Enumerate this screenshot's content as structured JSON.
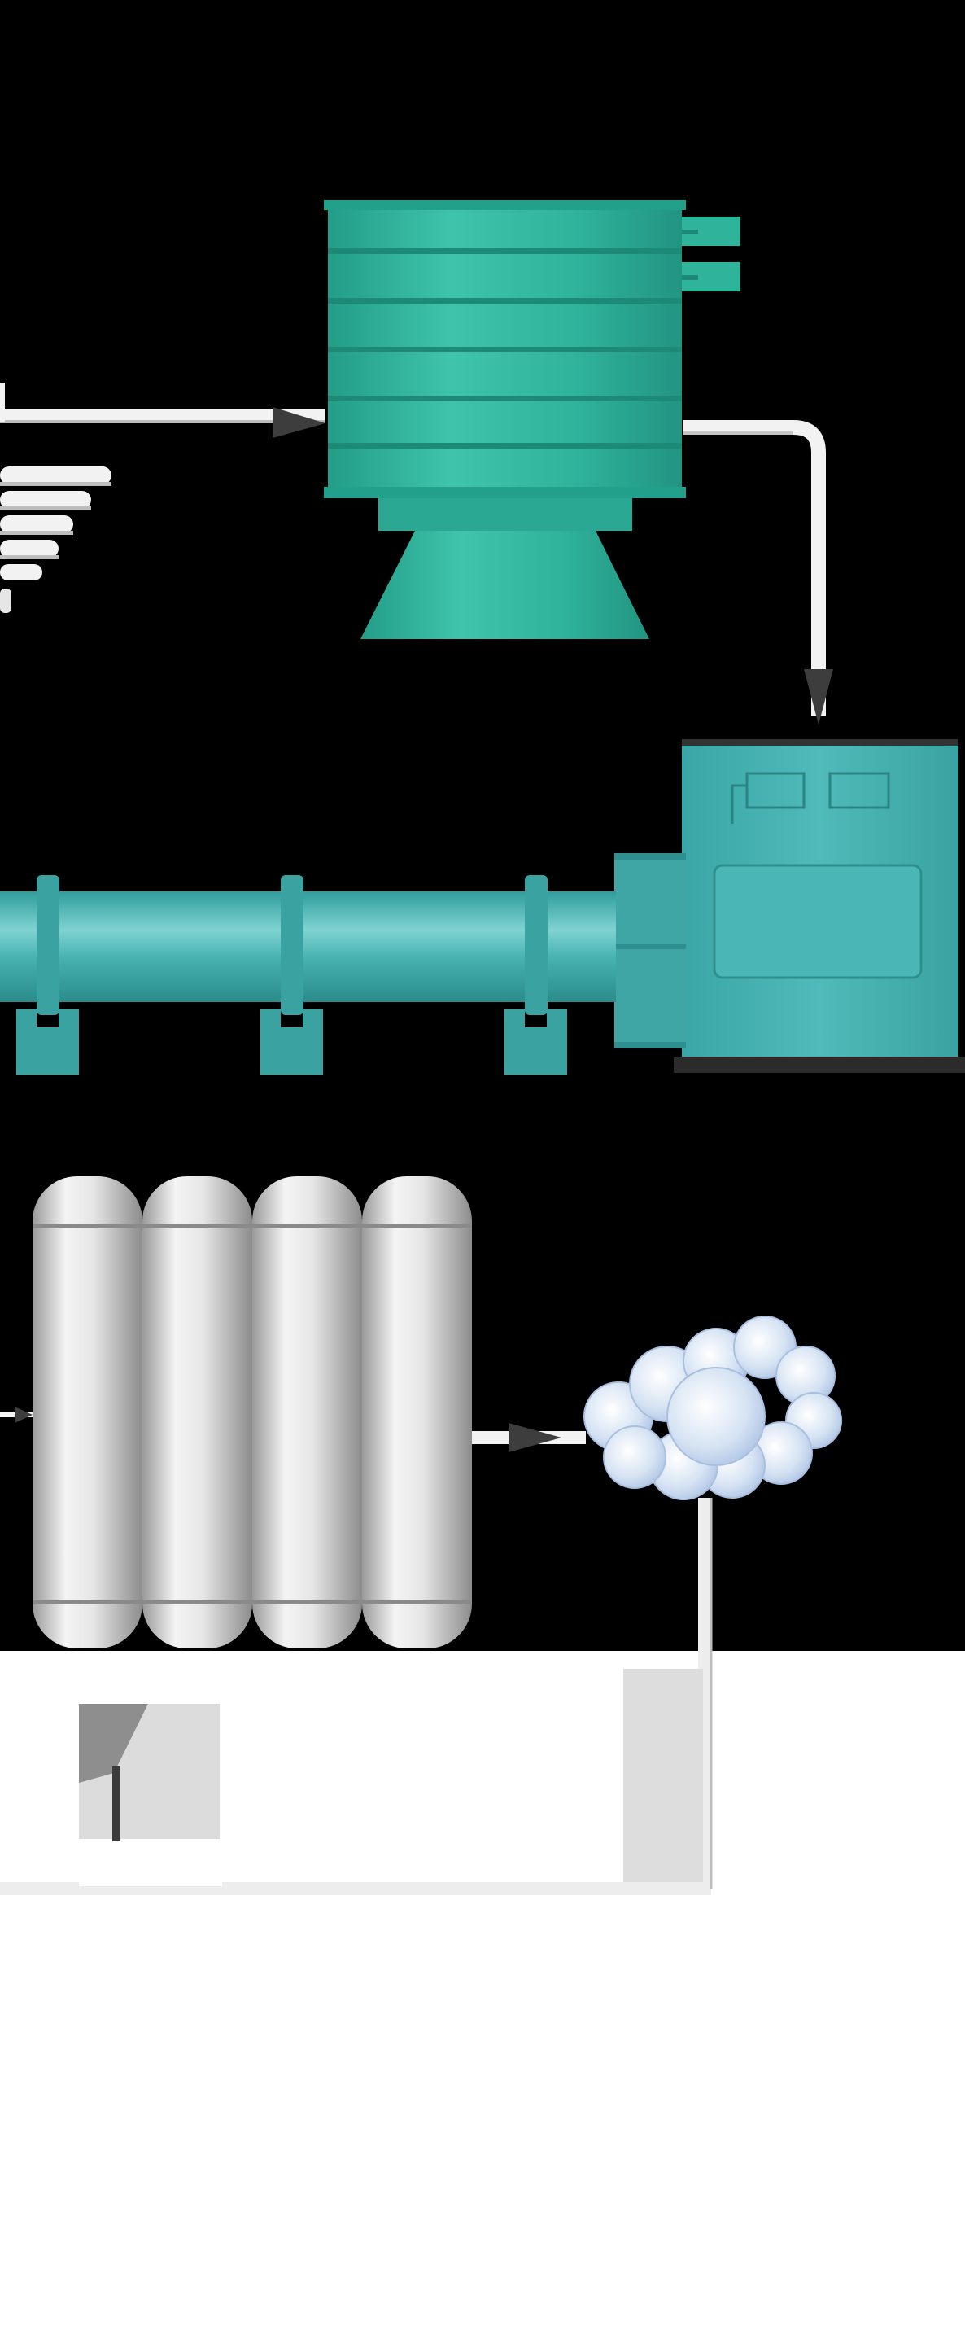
{
  "diagram": {
    "labels": [],
    "colors": {
      "background_top": "#000000",
      "background_bottom": "#ffffff",
      "tank_teal": "#2fb39b",
      "tank_teal_dark": "#1e8f7b",
      "motor_teal": "#48b4b3",
      "motor_teal_dark": "#2f8f8f",
      "pipe_light": "#f4f4f4",
      "pipe_shadow": "#bdbdbd",
      "cylinder_light": "#f2f2f2",
      "cylinder_dark": "#8e8e8e",
      "arrow": "#3d3d3d",
      "cloud": "#c9d8ee",
      "gray_box": "#dcdcdc"
    },
    "components": [
      {
        "id": "feed-line",
        "kind": "pipe"
      },
      {
        "id": "settling-tank",
        "kind": "tank"
      },
      {
        "id": "stacked-trays",
        "kind": "trays"
      },
      {
        "id": "motor-housing",
        "kind": "motor"
      },
      {
        "id": "rotary-drum",
        "kind": "drum"
      },
      {
        "id": "cylinder-bank",
        "kind": "cylinders",
        "count": 4
      },
      {
        "id": "vapor-cloud",
        "kind": "cloud"
      },
      {
        "id": "return-line",
        "kind": "pipe"
      },
      {
        "id": "gauge-box",
        "kind": "box"
      }
    ]
  }
}
